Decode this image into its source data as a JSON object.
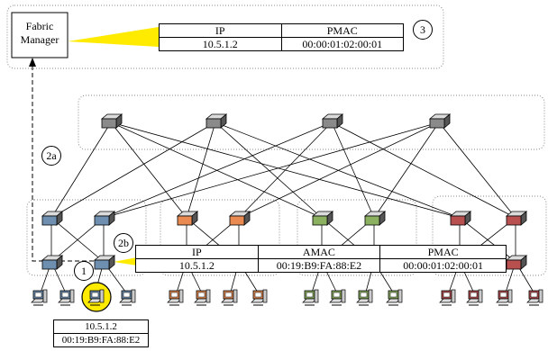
{
  "fabric_manager": {
    "label_line1": "Fabric",
    "label_line2": "Manager"
  },
  "fm_table": {
    "headers": [
      "IP",
      "PMAC"
    ],
    "row": [
      "10.5.1.2",
      "00:00:01:02:00:01"
    ]
  },
  "host_table": {
    "headers": [
      "IP",
      "AMAC",
      "PMAC"
    ],
    "row": [
      "10.5.1.2",
      "00:19:B9:FA:88:E2",
      "00:00:01:02:00:01"
    ]
  },
  "host_info": {
    "ip": "10.5.1.2",
    "mac": "00:19:B9:FA:88:E2"
  },
  "steps": {
    "s1": "1",
    "s2a": "2a",
    "s2b": "2b",
    "s3": "3"
  },
  "colors": {
    "pod1": "#6f8fb0",
    "pod2": "#e88a52",
    "pod3": "#8bb060",
    "pod4": "#b85050",
    "core": "#8a8a8a",
    "highlight": "#ffeb00"
  },
  "icons": {
    "switch": "switch-icon",
    "host": "computer-icon"
  }
}
